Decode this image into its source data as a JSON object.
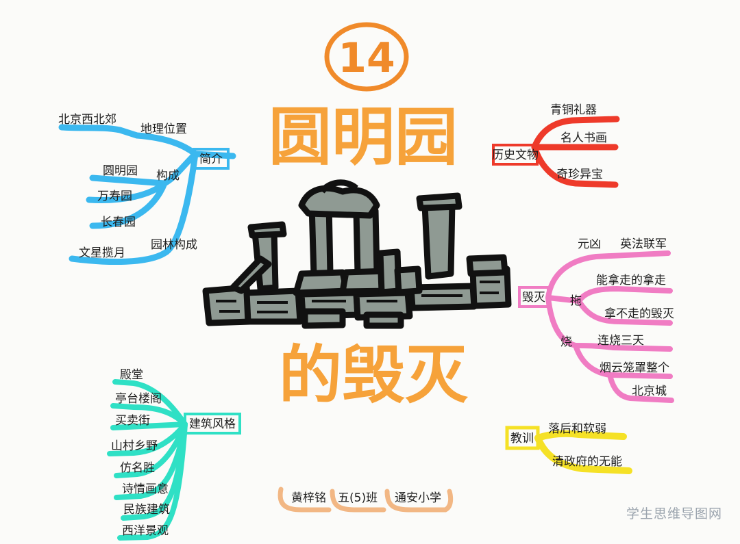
{
  "title": {
    "number": "14",
    "line1": "圆明园",
    "line2": "的毁灭"
  },
  "branches": {
    "intro": {
      "label": "简介",
      "color": "#3bb8ef",
      "items": [
        {
          "label": "地理位置",
          "children": [
            "北京西北郊"
          ]
        },
        {
          "label": "构成",
          "children": [
            "圆明园",
            "万寿园",
            "长春园"
          ]
        },
        {
          "label": "园林构成",
          "children": [
            "文星揽月"
          ]
        }
      ]
    },
    "relics": {
      "label": "历史文物",
      "color": "#ee3a2a",
      "items": [
        "青铜礼器",
        "名人书画",
        "奇珍异宝"
      ]
    },
    "destruction": {
      "label": "毁灭",
      "color": "#f07cc3",
      "items": [
        {
          "label": "元凶",
          "children": [
            "英法联军"
          ]
        },
        {
          "label": "拖",
          "children": [
            "能拿走的拿走",
            "拿不走的毁灭"
          ]
        },
        {
          "label": "烧",
          "children": [
            "连烧三天",
            "烟云笼罩整个",
            "北京城"
          ]
        }
      ]
    },
    "lesson": {
      "label": "教训",
      "color": "#f5e126",
      "items": [
        "落后和软弱",
        "清政府的无能"
      ]
    },
    "architecture": {
      "label": "建筑风格",
      "color": "#2fe0c5",
      "items": [
        "殿堂",
        "亭台楼阁",
        "买卖街",
        "山村乡野",
        "仿名胜",
        "诗情画意",
        "民族建筑",
        "西洋景观"
      ]
    }
  },
  "footer": {
    "color": "#f2b784",
    "items": [
      "黄梓铭",
      "五(5)班",
      "通安小学"
    ]
  },
  "watermark": "学生思维导图网"
}
